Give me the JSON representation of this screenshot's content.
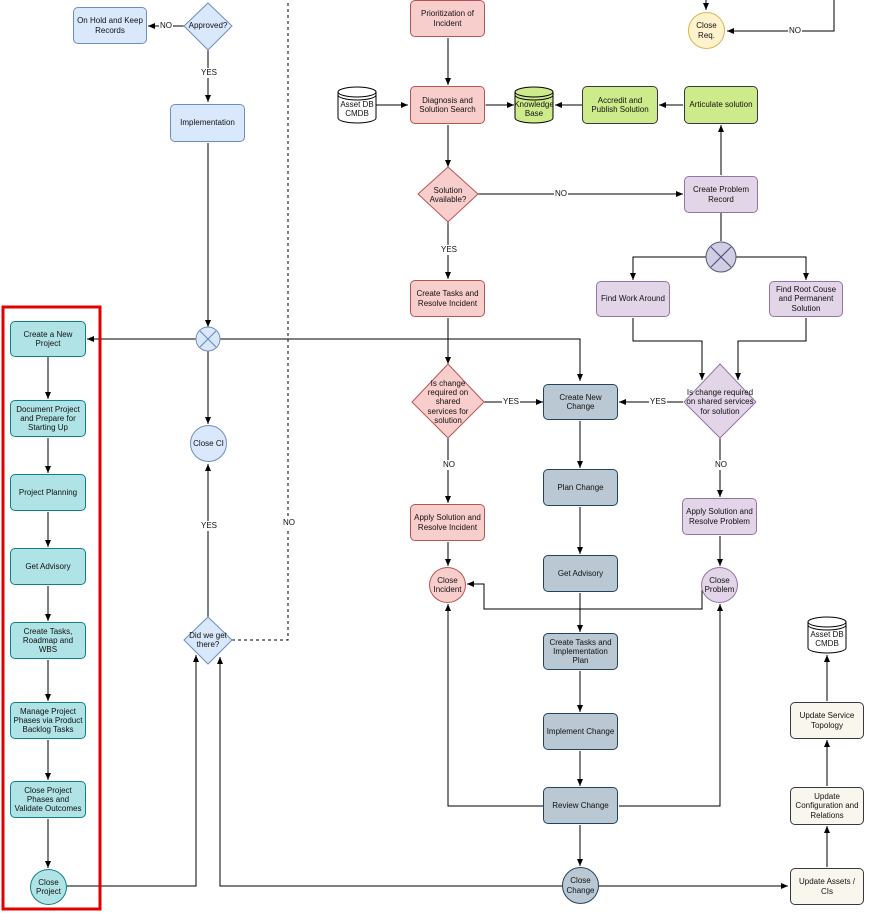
{
  "nodes": {
    "on_hold": "On Hold and Keep Records",
    "approved": "Approved?",
    "implementation": "Implementation",
    "close_ci": "Close CI",
    "did_we_get_there": "Did we get there?",
    "create_new_project": "Create a New Project",
    "document_project": "Document Project and Prepare for Starting Up",
    "project_planning": "Project Planning",
    "get_advisory_left": "Get Advisory",
    "create_tasks_roadmap": "Create Tasks, Roadmap and WBS",
    "manage_phases": "Manage Project Phases via Product Backlog Tasks",
    "close_phases": "Close Project Phases and Validate Outcomes",
    "close_project": "Close Project",
    "prioritization": "Prioritization of Incident",
    "asset_db_top": "Asset DB CMDB",
    "diagnosis": "Diagnosis and Solution Search",
    "knowledge_base": "Knowledge Base",
    "accredit_publish": "Accredit and Publish Solution",
    "articulate": "Articulate solution",
    "close_req": "Close Req.",
    "solution_available": "Solution Available?",
    "create_problem_record": "Create Problem Record",
    "create_tasks_resolve": "Create Tasks and Resolve Incident",
    "find_work_around": "Find Work Around",
    "find_root_cause": "Find Root Couse and Permanent Solution",
    "change_required_left": "Is change required on shared services for solution",
    "create_new_change": "Create New Change",
    "change_required_right": "Is change required on shared services for solution",
    "plan_change": "Plan Change",
    "apply_solution_incident": "Apply Solution and Resolve Incident",
    "apply_solution_problem": "Apply Solution and Resolve Problem",
    "close_incident": "Close Incident",
    "get_advisory_mid": "Get Advisory",
    "close_problem": "Close Problem",
    "create_tasks_impl": "Create Tasks and Implementation Plan",
    "implement_change": "Implement Change",
    "review_change": "Review Change",
    "close_change": "Close Change",
    "asset_db_bottom": "Asset DB CMDB",
    "update_service_topology": "Update Service Topology",
    "update_configuration": "Update Configuration and Relations",
    "update_assets": "Update Assets / CIs"
  },
  "labels": {
    "no": "NO",
    "yes": "YES"
  },
  "colors": {
    "blue": "#dae8fc",
    "teal": "#b0e3e6",
    "red": "#f8cecc",
    "green": "#cdeb8b",
    "purple": "#e1d5e7",
    "gray": "#bac8d3",
    "cream": "#f9f7ed",
    "yellow": "#fff2cc",
    "highlight": "#e00000"
  }
}
